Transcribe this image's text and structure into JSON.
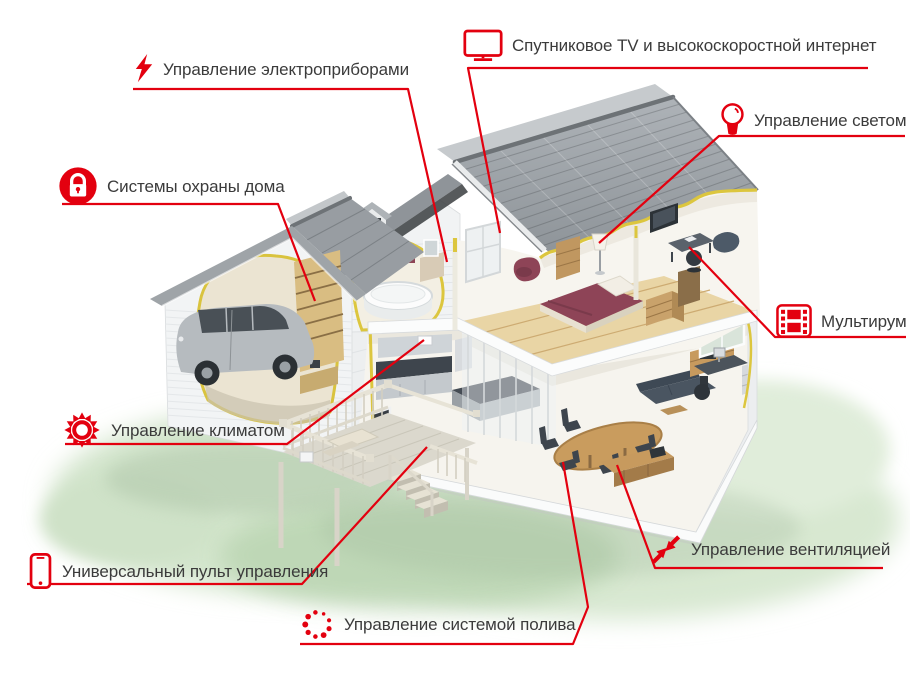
{
  "diagram": {
    "description": "Isometric cutaway illustration of a smart home: two-story house with open rooms, garage with SUV, wooden deck with stairs, green lawn; red callout lines link feature labels to house areas.",
    "colors": {
      "accent_red": "#e3000f",
      "label_text": "#3b3b3b",
      "background": "#ffffff",
      "roof_gray": "#9aa0a5",
      "cut_edge_yellow": "#dcc63e",
      "lawn_green": "#d3e5cc",
      "wood_floor": "#e9d5a5"
    },
    "labels": [
      {
        "id": "appliances",
        "icon": "lightning-icon",
        "text": "Управление электроприборами"
      },
      {
        "id": "satellite",
        "icon": "tv-icon",
        "text": "Спутниковое TV и высокоскоростной интернет"
      },
      {
        "id": "light",
        "icon": "bulb-icon",
        "text": "Управление светом"
      },
      {
        "id": "security",
        "icon": "lock-icon",
        "text": "Системы охраны дома"
      },
      {
        "id": "multiroom",
        "icon": "film-icon",
        "text": "Мультирум"
      },
      {
        "id": "climate",
        "icon": "sun-icon",
        "text": "Управление климатом"
      },
      {
        "id": "remote",
        "icon": "smartphone-icon",
        "text": "Универсальный пульт управления"
      },
      {
        "id": "irrigation",
        "icon": "sprinkler-dots-icon",
        "text": "Управление системой полива"
      },
      {
        "id": "ventilation",
        "icon": "converging-arrows-icon",
        "text": "Управление вентиляцией"
      }
    ]
  }
}
